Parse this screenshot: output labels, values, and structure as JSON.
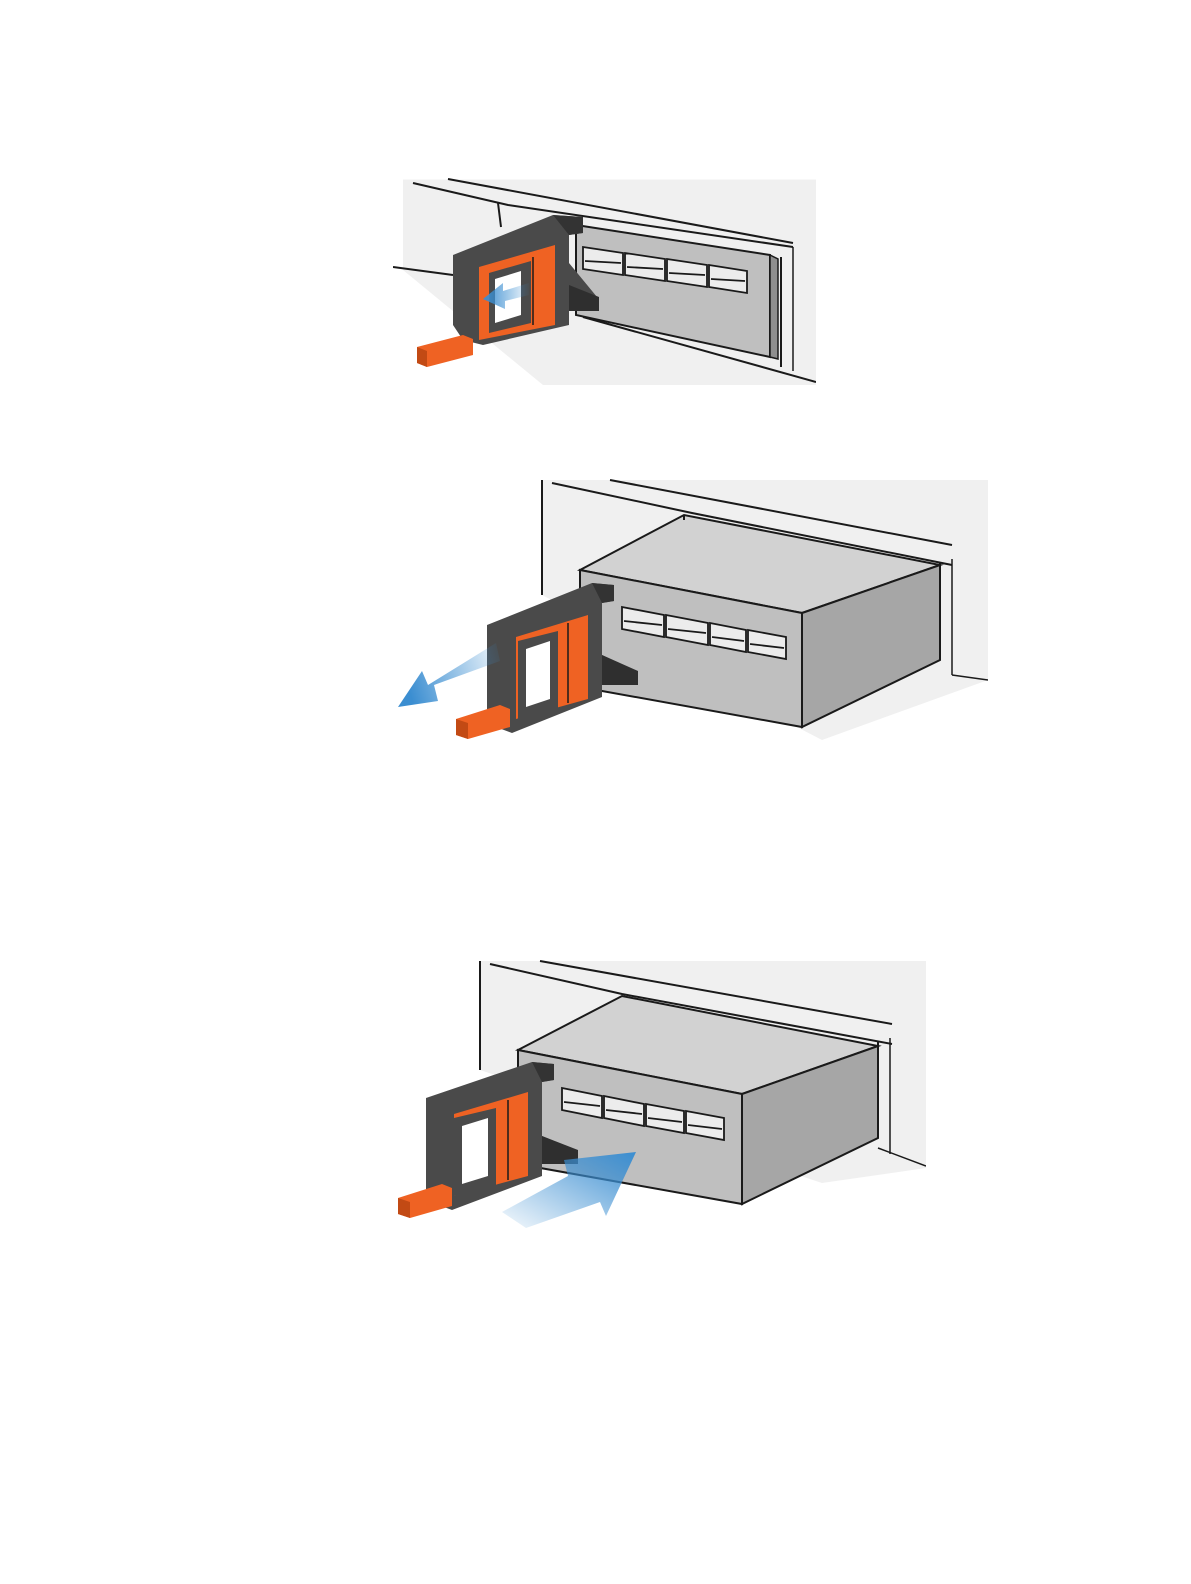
{
  "colors": {
    "chassis": "#f0f0f0",
    "module_face": "#bfbfbf",
    "module_top": "#d2d2d2",
    "module_side": "#a6a6a6",
    "handle": "#4a4a4a",
    "latch": "#ef6223",
    "arrow": "#3b8ed1",
    "outline": "#1a1a1a"
  },
  "figures": [
    {
      "step": "release-latch",
      "arrow_direction": "left",
      "module_state": "seated"
    },
    {
      "step": "pull-module-out",
      "arrow_direction": "left",
      "module_state": "partially-removed"
    },
    {
      "step": "insert-module",
      "arrow_direction": "right",
      "module_state": "partially-inserted"
    }
  ]
}
